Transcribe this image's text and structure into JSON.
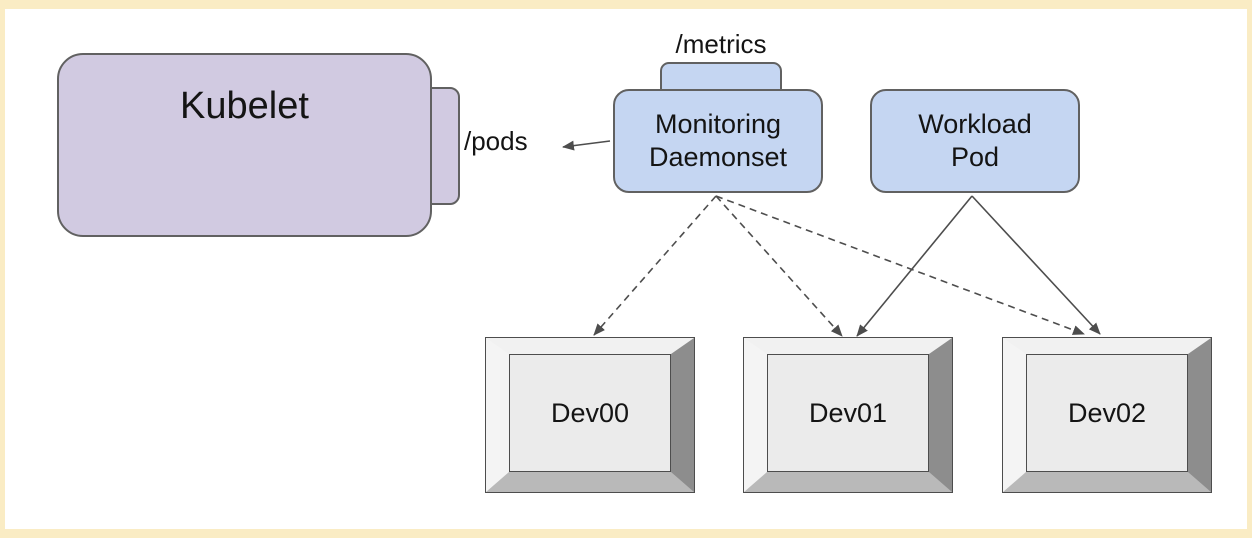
{
  "diagram": {
    "nodes": {
      "kubelet": {
        "label": "Kubelet"
      },
      "monitoring_daemonset": {
        "label": "Monitoring\nDaemonset"
      },
      "workload_pod": {
        "label": "Workload\nPod"
      },
      "dev00": {
        "label": "Dev00"
      },
      "dev01": {
        "label": "Dev01"
      },
      "dev02": {
        "label": "Dev02"
      }
    },
    "endpoints": {
      "pods": "/pods",
      "metrics": "/metrics"
    },
    "edges": [
      {
        "from": "monitoring_daemonset",
        "to": "pods",
        "style": "solid"
      },
      {
        "from": "monitoring_daemonset",
        "to": "dev00",
        "style": "dashed"
      },
      {
        "from": "monitoring_daemonset",
        "to": "dev01",
        "style": "dashed"
      },
      {
        "from": "monitoring_daemonset",
        "to": "dev02",
        "style": "dashed"
      },
      {
        "from": "workload_pod",
        "to": "dev01",
        "style": "solid"
      },
      {
        "from": "workload_pod",
        "to": "dev02",
        "style": "solid"
      }
    ],
    "colors": {
      "frame_border": "#faecc4",
      "kubelet_fill": "#d1cae1",
      "pod_fill": "#c5d6f2",
      "node_border": "#616161",
      "edge": "#4d4d4d",
      "device_bevel_light": "#f1f1f1",
      "device_bevel_dark": "#8d8d8d",
      "device_panel": "#ebebeb"
    }
  }
}
